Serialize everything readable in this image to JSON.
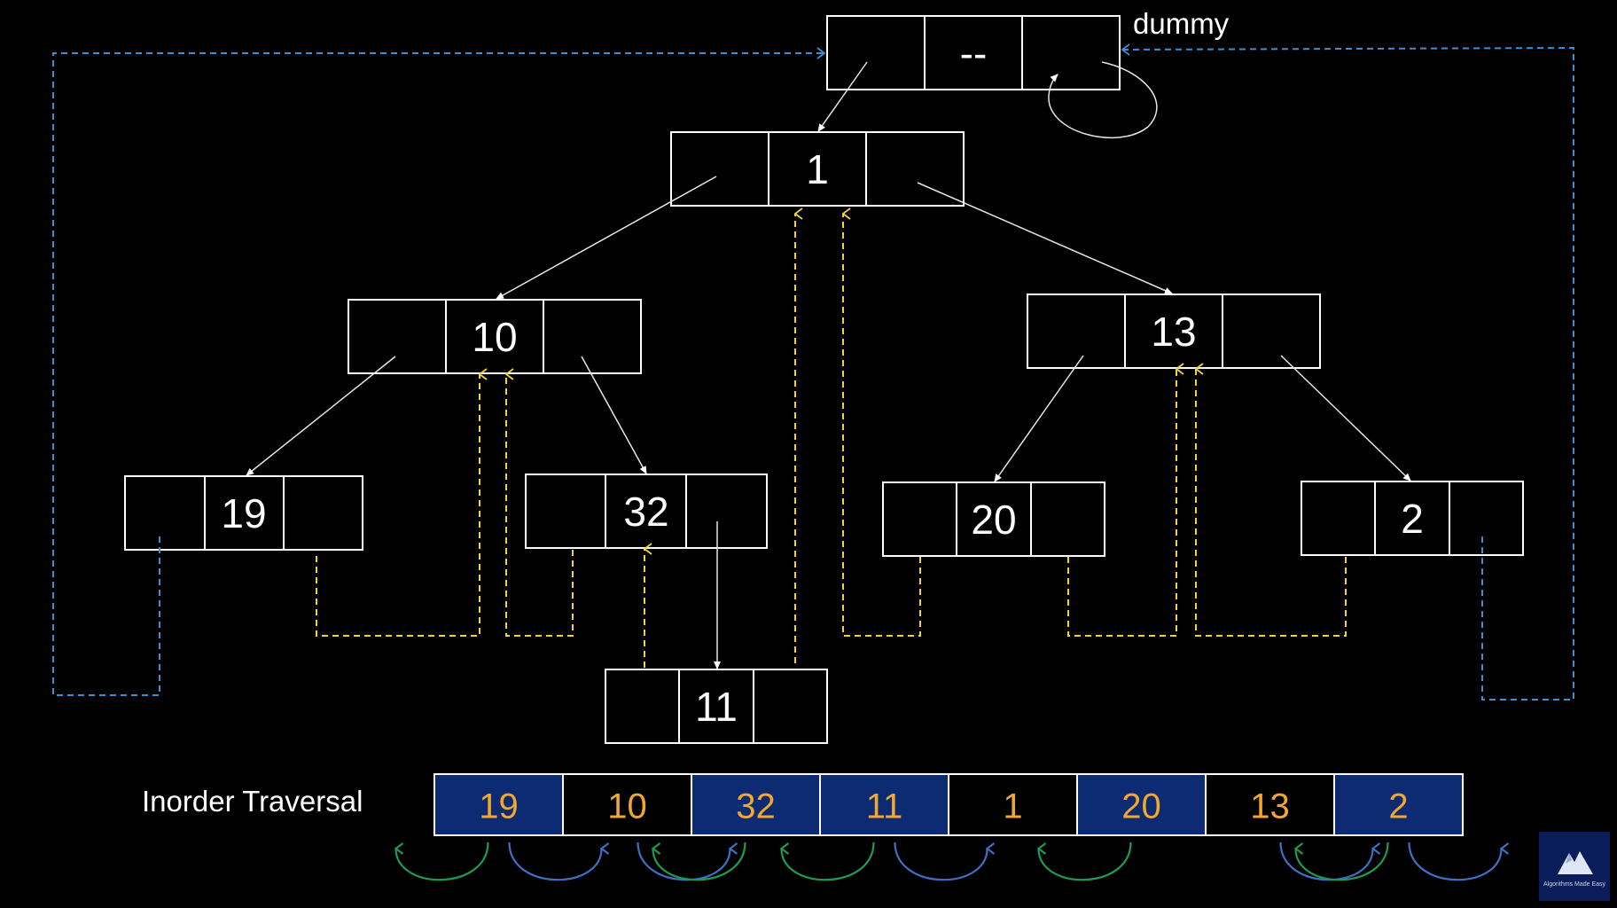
{
  "colors": {
    "background": "#000000",
    "node_border": "#ffffff",
    "child_link": "#e6e6e6",
    "thread_yellow": "#f2d43a",
    "thread_blue": "#3a8fd6",
    "array_blue": "#0d2b73",
    "array_black": "#000000",
    "array_text": "#f0a830",
    "arc_green": "#1e9a55",
    "arc_blue": "#3f6fc4",
    "logo_bg": "#0a1c5a"
  },
  "dummy": {
    "label": "dummy",
    "value": "--"
  },
  "nodes": [
    {
      "id": "n1",
      "value": "1"
    },
    {
      "id": "n10",
      "value": "10"
    },
    {
      "id": "n13",
      "value": "13"
    },
    {
      "id": "n19",
      "value": "19"
    },
    {
      "id": "n32",
      "value": "32"
    },
    {
      "id": "n20",
      "value": "20"
    },
    {
      "id": "n2",
      "value": "2"
    },
    {
      "id": "n11",
      "value": "11"
    }
  ],
  "traversal": {
    "label": "Inorder Traversal",
    "values": [
      "19",
      "10",
      "32",
      "11",
      "1",
      "20",
      "13",
      "2"
    ],
    "cell_styles": [
      "blue",
      "black",
      "blue",
      "blue",
      "black",
      "blue",
      "black",
      "blue"
    ],
    "arcs": [
      {
        "cell": 0,
        "dir": "left",
        "color": "green"
      },
      {
        "cell": 0,
        "dir": "right",
        "color": "blue"
      },
      {
        "cell": 1,
        "dir": "right",
        "color": "blue"
      },
      {
        "cell": 2,
        "dir": "left",
        "color": "green"
      },
      {
        "cell": 3,
        "dir": "left",
        "color": "green"
      },
      {
        "cell": 3,
        "dir": "right",
        "color": "blue"
      },
      {
        "cell": 5,
        "dir": "left",
        "color": "green"
      },
      {
        "cell": 6,
        "dir": "right",
        "color": "blue"
      },
      {
        "cell": 7,
        "dir": "left",
        "color": "green"
      },
      {
        "cell": 7,
        "dir": "right",
        "color": "blue"
      }
    ]
  },
  "logo": {
    "text": "Algorithms Made Easy",
    "icon": "mountain-logo-icon"
  }
}
